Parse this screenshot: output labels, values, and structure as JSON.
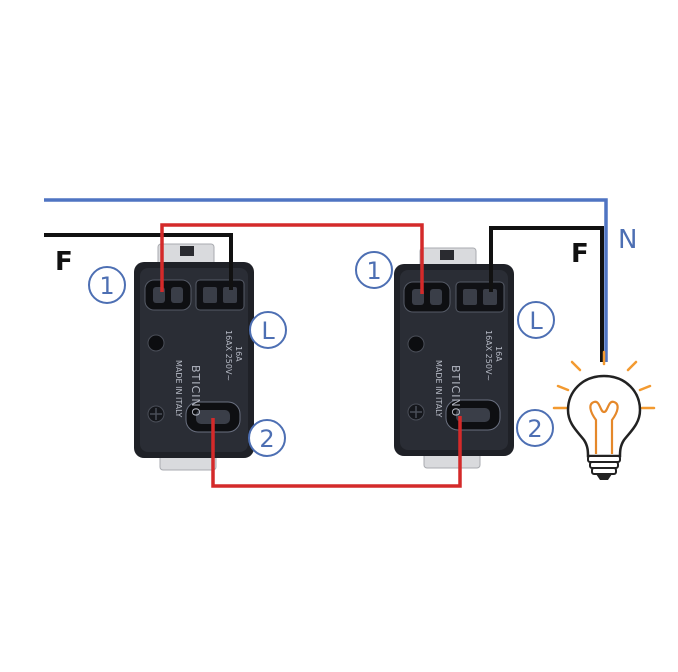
{
  "colors": {
    "neutral_wire": "#4f74c2",
    "phase_wire": "#111111",
    "traveler_wire": "#d42a2a",
    "label_blue": "#4d6fb3",
    "bulb_rays": "#f39a30",
    "bulb_filament": "#e5882a"
  },
  "labels": {
    "phase_left": "F",
    "phase_right": "F",
    "neutral": "N"
  },
  "switch_left": {
    "terminal_1": "1",
    "terminal_L": "L",
    "terminal_2": "2",
    "brand": "BTICINO",
    "rating": "16AX 250V~",
    "made_in": "MADE IN ITALY",
    "model": "16A"
  },
  "switch_right": {
    "terminal_1": "1",
    "terminal_L": "L",
    "terminal_2": "2",
    "brand": "BTICINO",
    "rating": "16AX 250V~",
    "made_in": "MADE IN ITALY",
    "model": "16A"
  },
  "bulb": {
    "icon": "light-bulb-icon"
  }
}
